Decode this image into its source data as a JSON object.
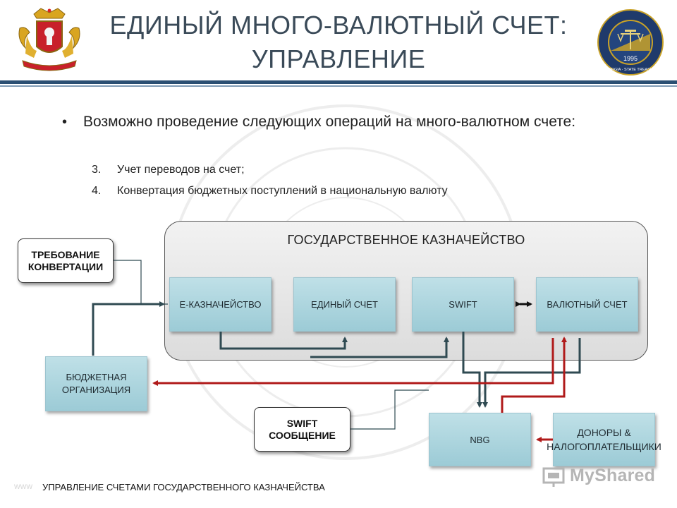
{
  "header": {
    "title_line1": "ЕДИНЫЙ МНОГО-ВАЛЮТНЫЙ СЧЕТ:",
    "title_line2": "УПРАВЛЕНИЕ",
    "seal_year": "1995",
    "seal_text": "GEORGIA · STATE TREASURY"
  },
  "content": {
    "bullet": "Возможно проведение следующих операций на много-валютном счете:",
    "items": [
      {
        "num": "3.",
        "text": "Учет переводов на счет;"
      },
      {
        "num": "4.",
        "text": "Конвертация  бюджетных поступлений  в национальную валюту"
      }
    ]
  },
  "diagram": {
    "treasury_title": "ГОСУДАРСТВЕННОЕ КАЗНАЧЕЙСТВО",
    "nodes": {
      "e_treasury": "Е-КАЗНАЧЕЙСТВО",
      "single_account": "ЕДИНЫЙ СЧЕТ",
      "swift": "SWIFT",
      "currency_account": "ВАЛЮТНЫЙ СЧЕТ",
      "budget_org": "БЮДЖЕТНАЯ ОРГАНИЗАЦИЯ",
      "nbg": "NBG",
      "donors": "ДОНОРЫ & НАЛОГОПЛАТЕЛЬЩИКИ"
    },
    "callouts": {
      "conversion_request": "ТРЕБОВАНИЕ КОНВЕРТАЦИИ",
      "swift_message": "SWIFT СООБЩЕНИЕ"
    },
    "colors": {
      "dark_arrow": "#2f4a52",
      "red_arrow": "#b01a1a",
      "node_fill": "#a9d3dd"
    }
  },
  "footer": {
    "faint_prefix": "www",
    "text": "УПРАВЛЕНИЕ СЧЕТАМИ ГОСУДАРСТВЕННОГО КАЗНАЧЕЙСТВА",
    "brand": "MyShared"
  }
}
